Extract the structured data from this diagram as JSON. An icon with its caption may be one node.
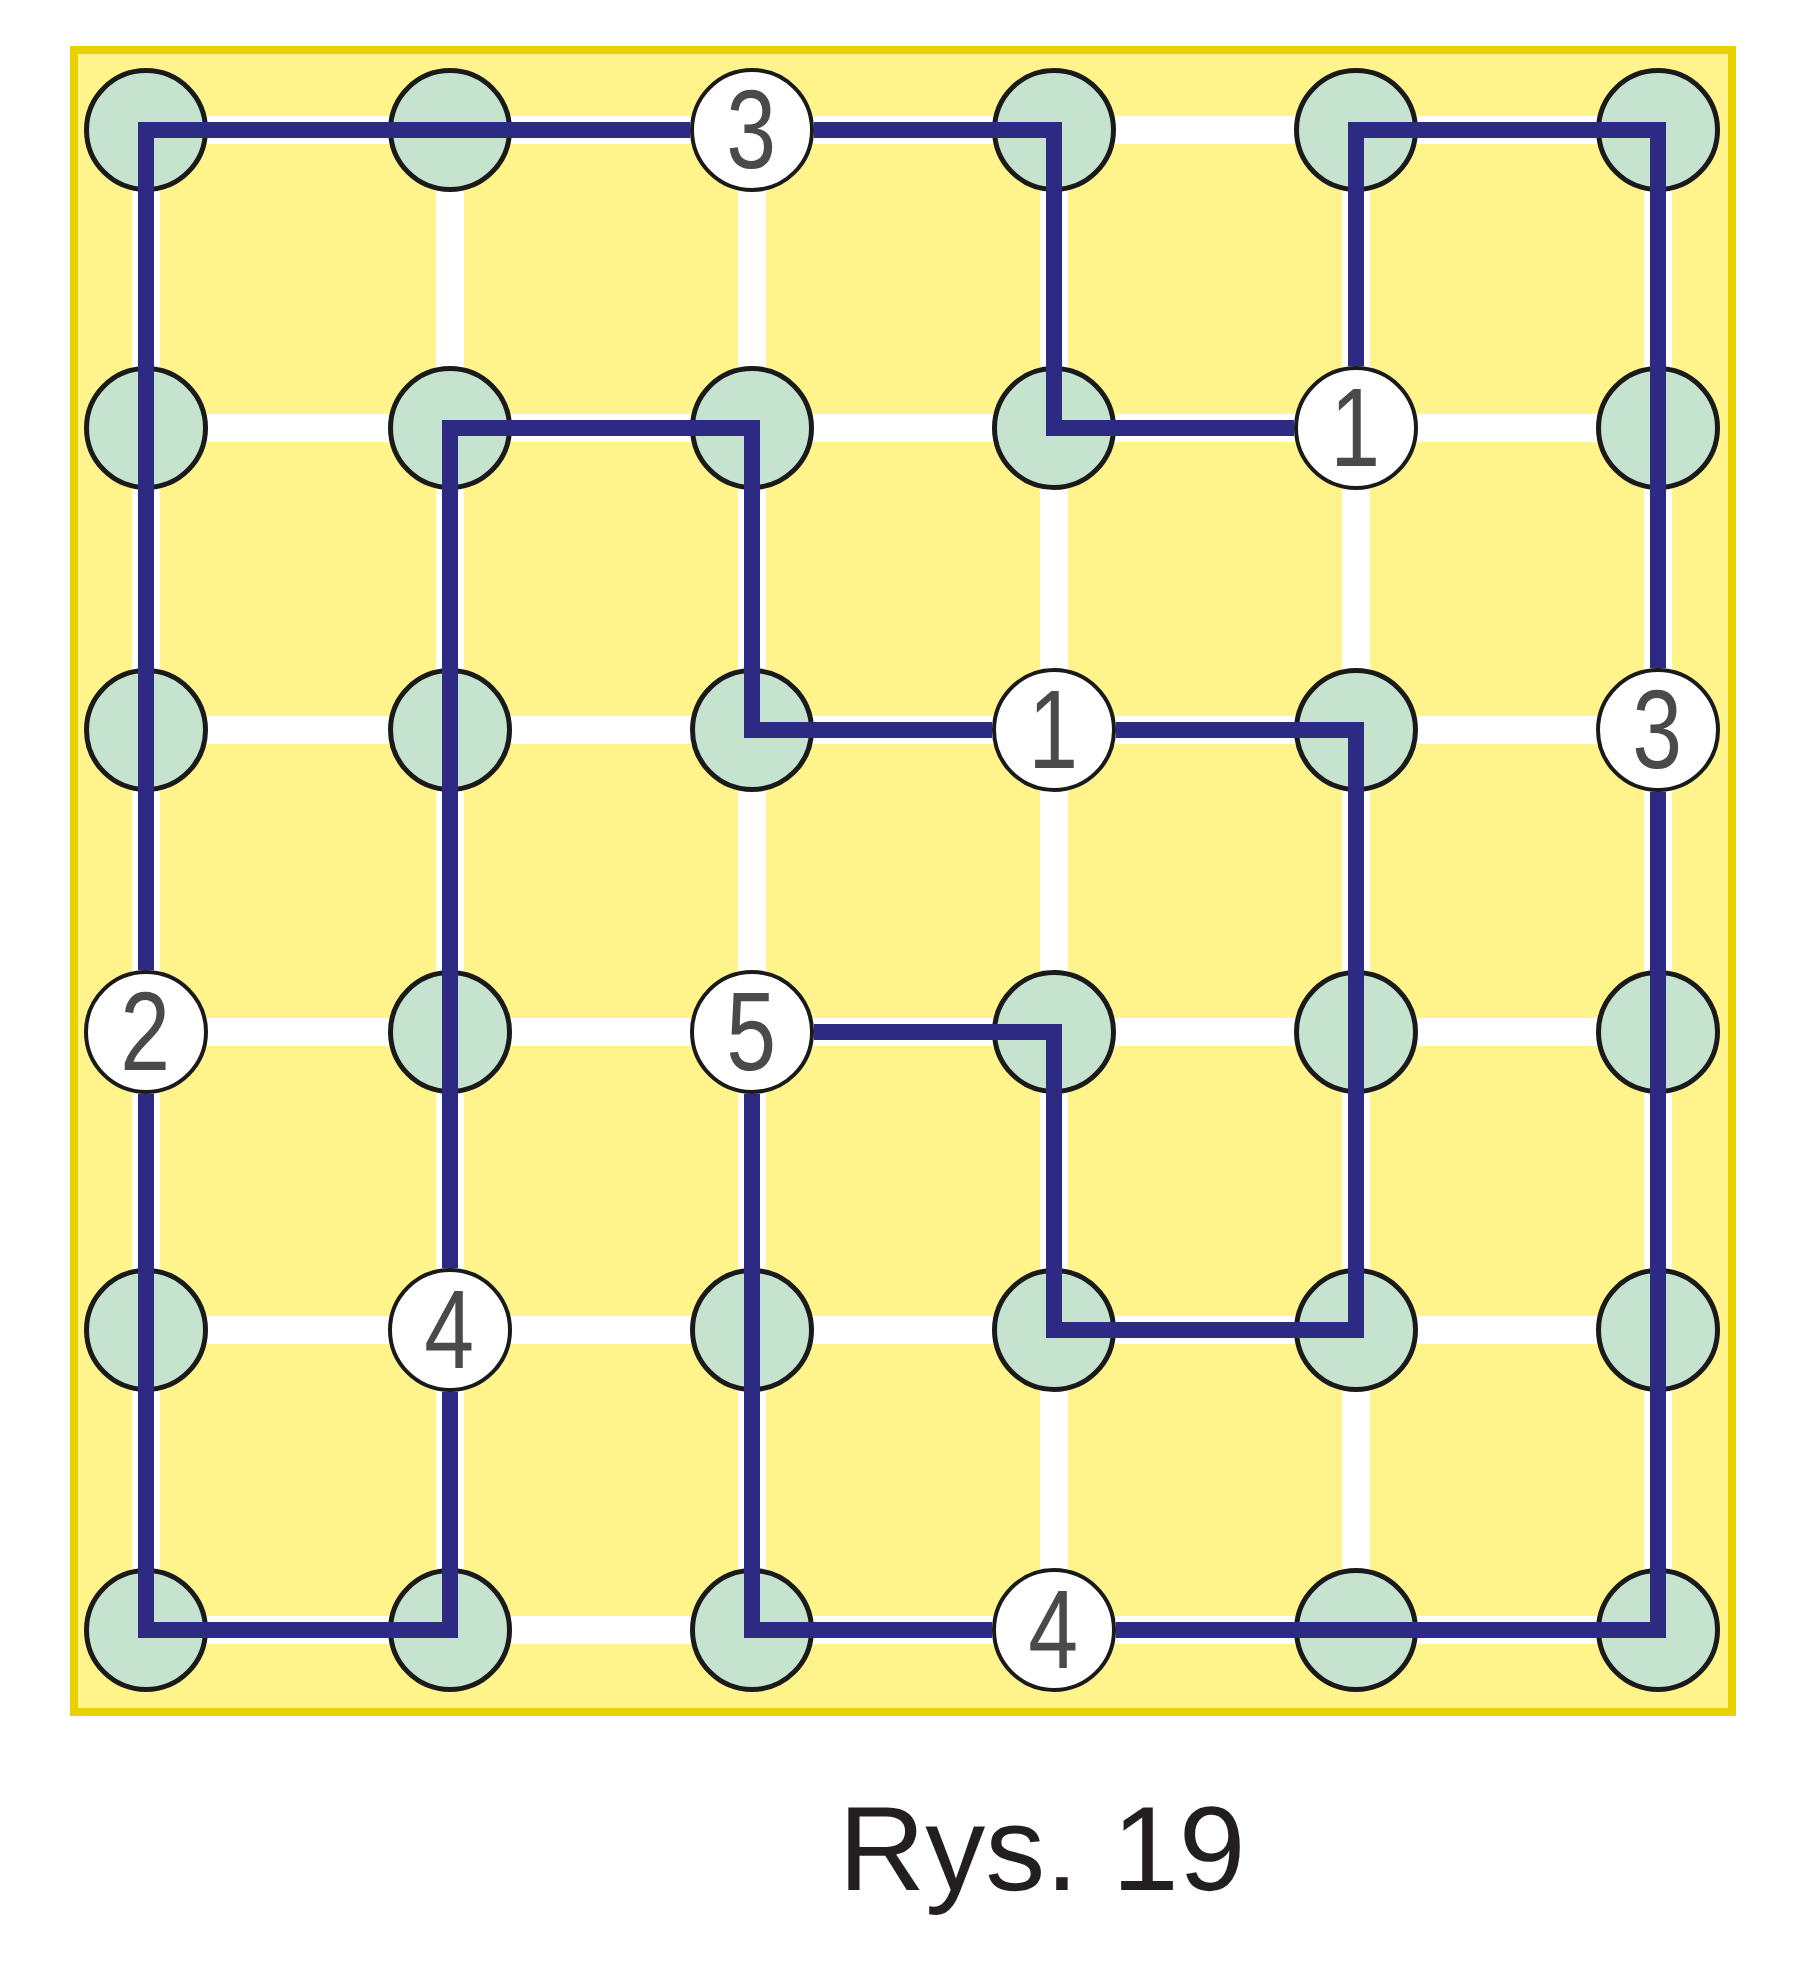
{
  "diagram": {
    "caption": "Rys. 19",
    "nodes": [
      {
        "text": [],
        "shape": "circle"
      },
      {
        "text": [],
        "shape": "circle"
      },
      {
        "text": [
          "3"
        ]
      },
      {
        "text": [],
        "shape": "circle"
      },
      {
        "text": [],
        "shape": "circle"
      },
      {
        "text": [],
        "shape": "circle"
      },
      {
        "text": [],
        "shape": "circle"
      },
      {
        "text": [],
        "shape": "circle"
      },
      {
        "text": [],
        "shape": "circle"
      },
      {
        "text": [],
        "shape": "circle"
      },
      {
        "text": [
          "1"
        ]
      },
      {
        "text": [],
        "shape": "circle"
      },
      {
        "text": [],
        "shape": "circle"
      },
      {
        "text": [],
        "shape": "circle"
      },
      {
        "text": [],
        "shape": "circle"
      },
      {
        "text": [
          "1"
        ]
      },
      {
        "text": [],
        "shape": "circle"
      },
      {
        "text": [
          "3"
        ]
      },
      {
        "text": [
          "2"
        ]
      },
      {
        "text": [],
        "shape": "circle"
      },
      {
        "text": [
          "5"
        ]
      },
      {
        "text": [],
        "shape": "circle"
      },
      {
        "text": [],
        "shape": "circle"
      },
      {
        "text": [],
        "shape": "circle"
      },
      {
        "text": [],
        "shape": "circle"
      },
      {
        "text": [
          "4"
        ]
      },
      {
        "text": [],
        "shape": "circle"
      },
      {
        "text": [],
        "shape": "circle"
      },
      {
        "text": [],
        "shape": "circle"
      },
      {
        "text": [],
        "shape": "circle"
      },
      {
        "text": [],
        "shape": "circle"
      },
      {
        "text": [],
        "shape": "circle"
      },
      {
        "text": [],
        "shape": "circle"
      },
      {
        "text": [
          "4"
        ]
      },
      {
        "text": [],
        "shape": "circle"
      },
      {
        "text": [],
        "shape": "circle"
      }
    ],
    "edges": [
      {
        "from": 0,
        "to": 1,
        "arrow": "none"
      },
      {
        "from": 1,
        "to": 2,
        "arrow": "none"
      },
      {
        "from": 2,
        "to": 3,
        "arrow": "none"
      },
      {
        "from": 3,
        "to": 9,
        "arrow": "none"
      },
      {
        "from": 9,
        "to": 10,
        "arrow": "none"
      },
      {
        "from": 10,
        "to": 4,
        "arrow": "none"
      },
      {
        "from": 4,
        "to": 5,
        "arrow": "none"
      },
      {
        "from": 5,
        "to": 11,
        "arrow": "none"
      },
      {
        "from": 11,
        "to": 17,
        "arrow": "none"
      },
      {
        "from": 17,
        "to": 23,
        "arrow": "none"
      },
      {
        "from": 23,
        "to": 29,
        "arrow": "none"
      },
      {
        "from": 29,
        "to": 35,
        "arrow": "none"
      },
      {
        "from": 35,
        "to": 34,
        "arrow": "none"
      },
      {
        "from": 34,
        "to": 33,
        "arrow": "none"
      },
      {
        "from": 33,
        "to": 32,
        "arrow": "none"
      },
      {
        "from": 32,
        "to": 26,
        "arrow": "none"
      },
      {
        "from": 26,
        "to": 20,
        "arrow": "none"
      },
      {
        "from": 20,
        "to": 21,
        "arrow": "none"
      },
      {
        "from": 21,
        "to": 27,
        "arrow": "none"
      },
      {
        "from": 27,
        "to": 28,
        "arrow": "none"
      },
      {
        "from": 28,
        "to": 22,
        "arrow": "none"
      },
      {
        "from": 22,
        "to": 16,
        "arrow": "none"
      },
      {
        "from": 16,
        "to": 15,
        "arrow": "none"
      },
      {
        "from": 15,
        "to": 14,
        "arrow": "none"
      },
      {
        "from": 14,
        "to": 8,
        "arrow": "none"
      },
      {
        "from": 8,
        "to": 7,
        "arrow": "none"
      },
      {
        "from": 7,
        "to": 13,
        "arrow": "none"
      },
      {
        "from": 13,
        "to": 19,
        "arrow": "none"
      },
      {
        "from": 19,
        "to": 25,
        "arrow": "none"
      },
      {
        "from": 25,
        "to": 31,
        "arrow": "none"
      },
      {
        "from": 31,
        "to": 30,
        "arrow": "none"
      },
      {
        "from": 30,
        "to": 24,
        "arrow": "none"
      },
      {
        "from": 24,
        "to": 18,
        "arrow": "none"
      },
      {
        "from": 18,
        "to": 12,
        "arrow": "none"
      },
      {
        "from": 12,
        "to": 6,
        "arrow": "none"
      },
      {
        "from": 6,
        "to": 0,
        "arrow": "none"
      }
    ]
  }
}
